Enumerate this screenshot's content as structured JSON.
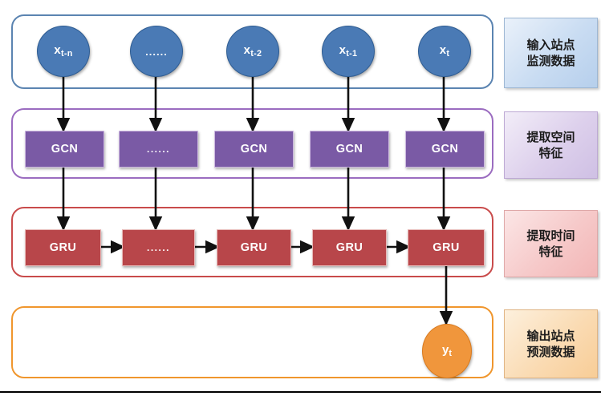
{
  "diagram": {
    "title": "GCN-GRU spatio-temporal prediction model architecture",
    "colors": {
      "input_node": "#4a7ab5",
      "gcn_box": "#7a5aa5",
      "gru_box": "#b8464a",
      "output_node": "#f0963c",
      "input_container_border": "#5b84b1",
      "gcn_container_border": "#9b6cc0",
      "gru_container_border": "#c94b4b",
      "output_container_border": "#f0962d",
      "arrow": "#111111"
    }
  },
  "rows": {
    "input": {
      "nodes": [
        {
          "label": "x",
          "sub": "t-n",
          "is_ellipsis": false
        },
        {
          "label": "......",
          "sub": "",
          "is_ellipsis": true
        },
        {
          "label": "x",
          "sub": "t-2",
          "is_ellipsis": false
        },
        {
          "label": "x",
          "sub": "t-1",
          "is_ellipsis": false
        },
        {
          "label": "x",
          "sub": "t",
          "is_ellipsis": false
        }
      ]
    },
    "gcn": {
      "nodes": [
        {
          "label": "GCN",
          "is_ellipsis": false
        },
        {
          "label": "......",
          "is_ellipsis": true
        },
        {
          "label": "GCN",
          "is_ellipsis": false
        },
        {
          "label": "GCN",
          "is_ellipsis": false
        },
        {
          "label": "GCN",
          "is_ellipsis": false
        }
      ]
    },
    "gru": {
      "nodes": [
        {
          "label": "GRU",
          "is_ellipsis": false
        },
        {
          "label": "......",
          "is_ellipsis": true
        },
        {
          "label": "GRU",
          "is_ellipsis": false
        },
        {
          "label": "GRU",
          "is_ellipsis": false
        },
        {
          "label": "GRU",
          "is_ellipsis": false
        }
      ]
    },
    "output": {
      "node": {
        "label": "y",
        "sub": "t"
      }
    }
  },
  "stage_labels": [
    {
      "line1": "输入站点",
      "line2": "监测数据"
    },
    {
      "line1": "提取空间",
      "line2": "特征"
    },
    {
      "line1": "提取时间",
      "line2": "特征"
    },
    {
      "line1": "输出站点",
      "line2": "预测数据"
    }
  ]
}
